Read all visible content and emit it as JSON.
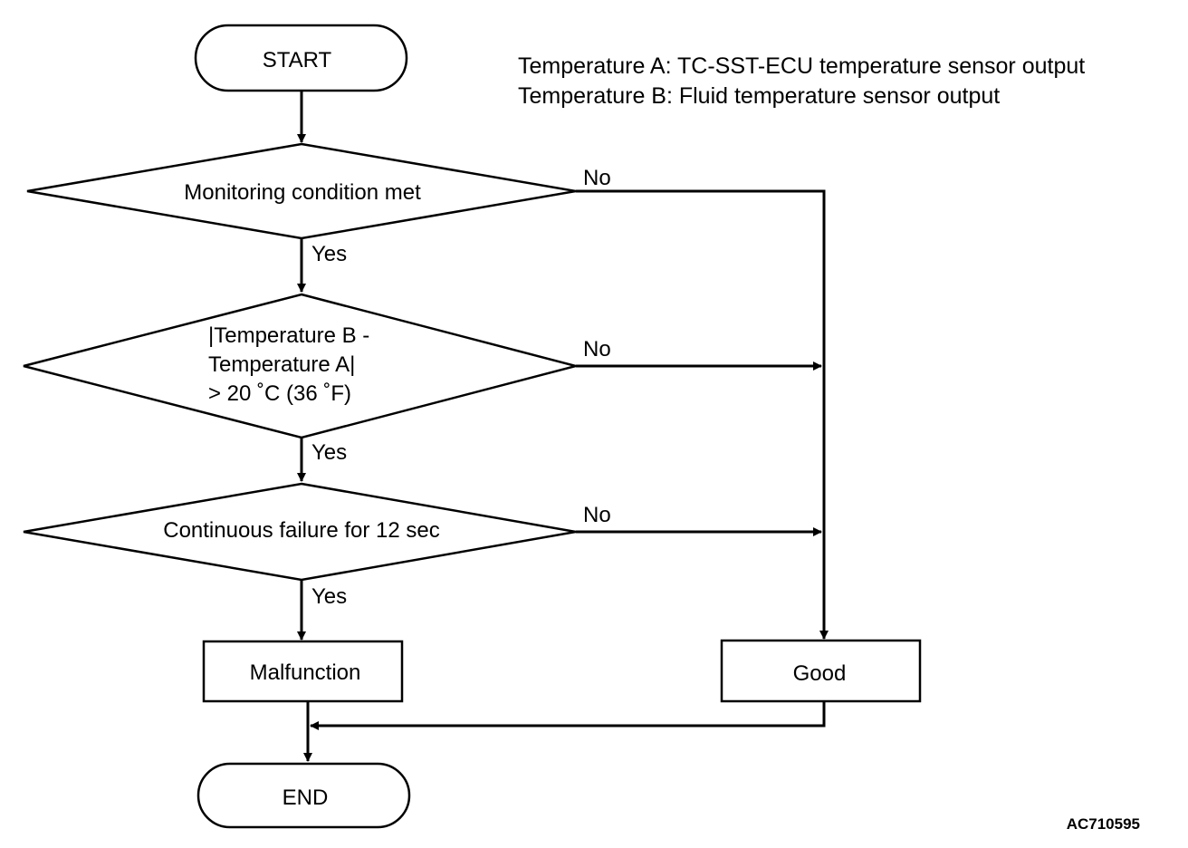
{
  "legend": {
    "line1": "Temperature A: TC-SST-ECU temperature sensor output",
    "line2": "Temperature B: Fluid temperature sensor output"
  },
  "nodes": {
    "start": "START",
    "decision1": "Monitoring condition met",
    "decision2": {
      "line1": "|Temperature B -",
      "line2": "Temperature A|",
      "line3": "> 20 ˚C (36 ˚F)"
    },
    "decision3": "Continuous failure for 12 sec",
    "malfunction": "Malfunction",
    "good": "Good",
    "end": "END"
  },
  "edges": {
    "d1_no": "No",
    "d1_yes": "Yes",
    "d2_no": "No",
    "d2_yes": "Yes",
    "d3_no": "No",
    "d3_yes": "Yes"
  },
  "figure_code": "AC710595"
}
